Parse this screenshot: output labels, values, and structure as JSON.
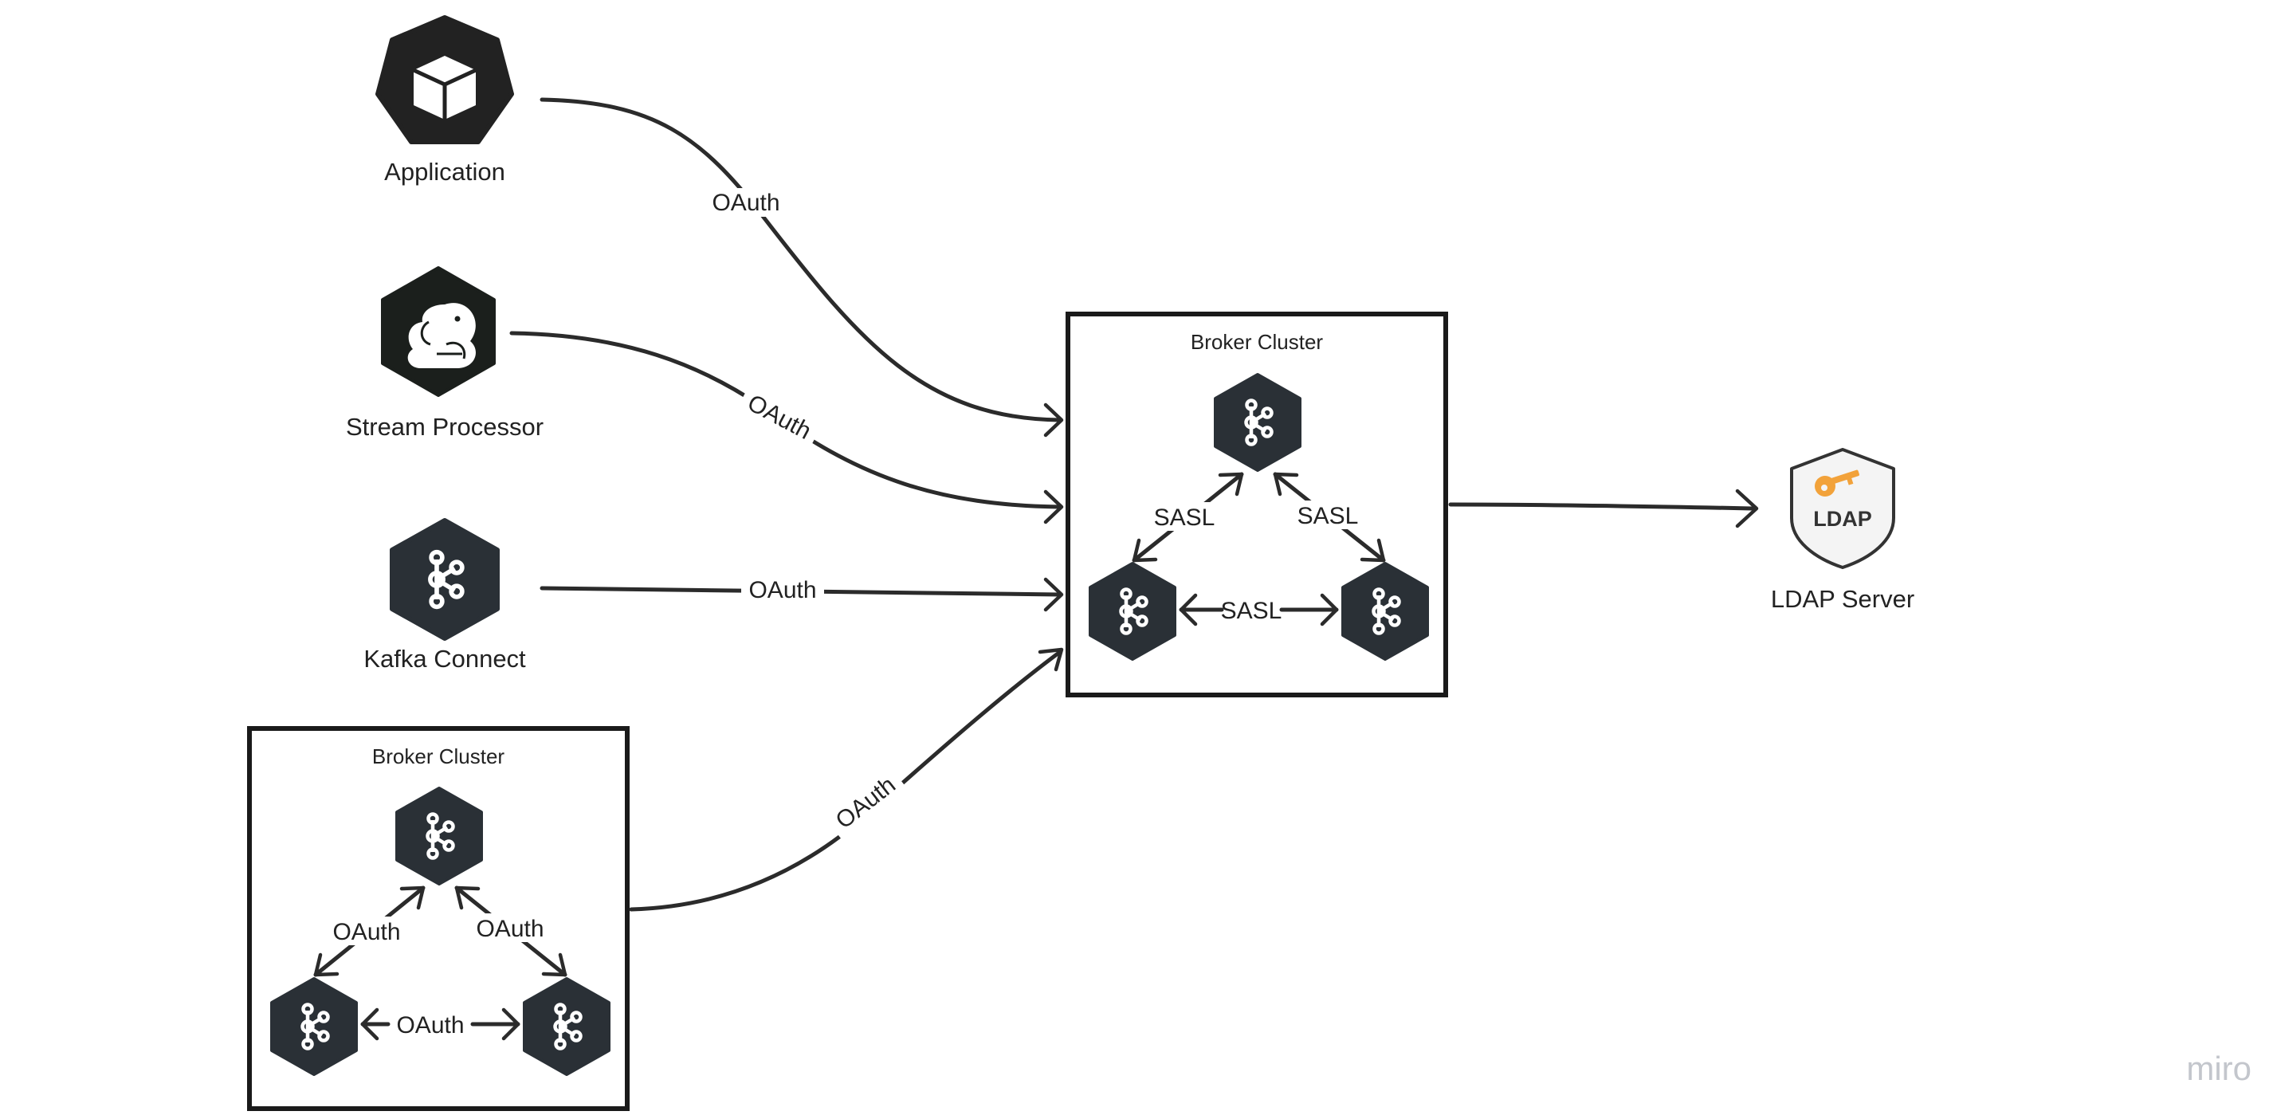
{
  "nodes": {
    "application": {
      "label": "Application",
      "icon": "cube-icon"
    },
    "stream_processor": {
      "label": "Stream Processor",
      "icon": "squirrel-icon"
    },
    "kafka_connect": {
      "label": "Kafka Connect",
      "icon": "kafka-icon"
    },
    "ldap_server": {
      "label": "LDAP Server",
      "icon": "ldap-shield-icon",
      "badge": "LDAP",
      "key_color": "#f2a23a"
    }
  },
  "clusters": {
    "main": {
      "title": "Broker Cluster",
      "link_labels": {
        "top_left": "SASL",
        "top_right": "SASL",
        "bottom": "SASL"
      }
    },
    "secondary": {
      "title": "Broker Cluster",
      "link_labels": {
        "top_left": "OAuth",
        "top_right": "OAuth",
        "bottom": "OAuth"
      }
    }
  },
  "edges": {
    "application_to_cluster": "OAuth",
    "stream_processor_to_cluster": "OAuth",
    "kafka_connect_to_cluster": "OAuth",
    "secondary_cluster_to_cluster": "OAuth"
  },
  "watermark": "miro",
  "colors": {
    "node_fill": "#2a3036",
    "line": "#2b2b2b",
    "watermark": "#c3c6cc"
  }
}
